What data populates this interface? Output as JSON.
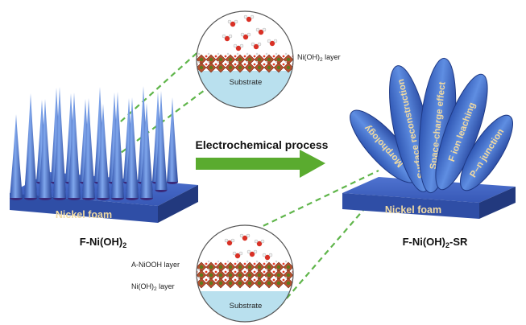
{
  "left": {
    "platform_label": "Nickel foam",
    "caption_main": "F-Ni(OH)",
    "caption_sub": "2"
  },
  "right": {
    "platform_label": "Nickel foam",
    "caption_main": "F-Ni(OH)",
    "caption_sub": "2",
    "caption_suffix": "-SR",
    "petals": [
      "Morphology",
      "Surface reconstruction",
      "Space-charge effect",
      "F ion leaching",
      "P–n junction"
    ]
  },
  "arrow": {
    "label": "Electrochemical process"
  },
  "top_inset": {
    "layer_label_main": "Ni(OH)",
    "layer_label_sub": "2",
    "layer_label_suffix": " layer",
    "substrate_label": "Substrate"
  },
  "bottom_inset": {
    "top_layer_label": "A-NiOOH layer",
    "layer_label_main": "Ni(OH)",
    "layer_label_sub": "2",
    "layer_label_suffix": " layer",
    "substrate_label": "Substrate"
  },
  "colors": {
    "platform_blue": "#3f63c4",
    "platform_dark": "#283f8a",
    "spike_blue": "#5b86d8",
    "petal_blue": "#4e78d3",
    "petal_text": "#f0d9a0",
    "nickel_text": "#f1dba3",
    "arrow_green": "#5aab2f",
    "dashed_green": "#5fb54a",
    "substrate_blue": "#b9e0ee"
  }
}
